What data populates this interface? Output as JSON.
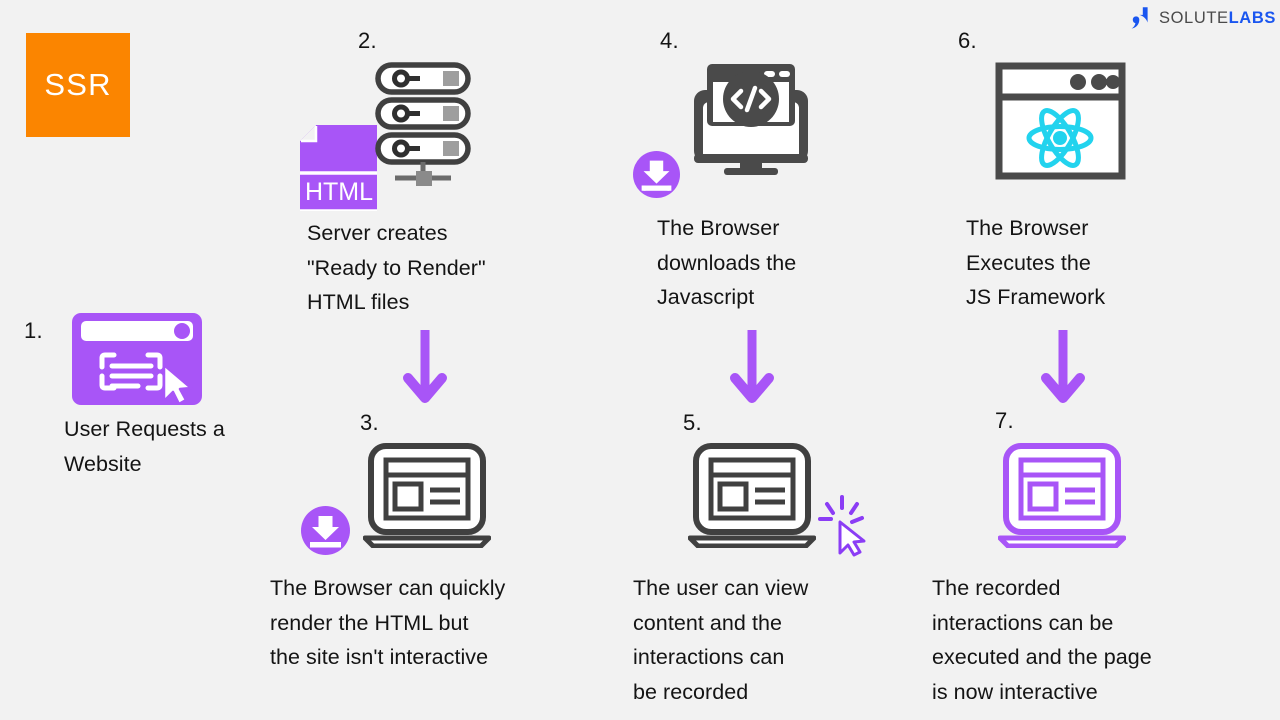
{
  "brand": {
    "name_part1": "SOLUTE",
    "name_part2": "LABS",
    "mark_icon": "solutelabs-logo-icon",
    "color_dark": "#4a4a4a",
    "color_blue": "#1a56f0"
  },
  "badge": {
    "label": "SSR",
    "background": "#fb8500",
    "text_color": "#ffffff"
  },
  "theme": {
    "background": "#f2f2f2",
    "purple": "#a855f7",
    "purple_deep": "#9333ea",
    "dark": "#404040",
    "react_cyan": "#22d3ee",
    "text": "#141414"
  },
  "steps": [
    {
      "number": "1.",
      "caption": "User Requests a\nWebsite",
      "icon": "browser-window-cursor-icon"
    },
    {
      "number": "2.",
      "caption": "Server creates\n\"Ready to Render\"\nHTML files",
      "icon": "server-stack-icon",
      "file_label": "HTML",
      "file_icon": "html-file-icon"
    },
    {
      "number": "3.",
      "caption": "The Browser can quickly\nrender the HTML but\nthe site isn't interactive",
      "icon": "laptop-icon",
      "badge_icon": "download-badge-icon"
    },
    {
      "number": "4.",
      "caption": "The Browser\ndownloads the\nJavascript",
      "icon": "monitor-code-icon",
      "badge_icon": "download-badge-icon"
    },
    {
      "number": "5.",
      "caption": "The user can view\ncontent and the\ninteractions can\nbe recorded",
      "icon": "laptop-icon",
      "pointer_icon": "click-cursor-icon"
    },
    {
      "number": "6.",
      "caption": "The Browser\nExecutes the\nJS Framework",
      "icon": "browser-react-icon"
    },
    {
      "number": "7.",
      "caption": "The recorded\ninteractions can be\nexecuted and the page\nis now interactive",
      "icon": "laptop-active-icon"
    }
  ],
  "arrows": [
    {
      "name": "arrow-step2-to-step3",
      "direction": "down"
    },
    {
      "name": "arrow-step4-to-step5",
      "direction": "down"
    },
    {
      "name": "arrow-step6-to-step7",
      "direction": "down"
    }
  ]
}
